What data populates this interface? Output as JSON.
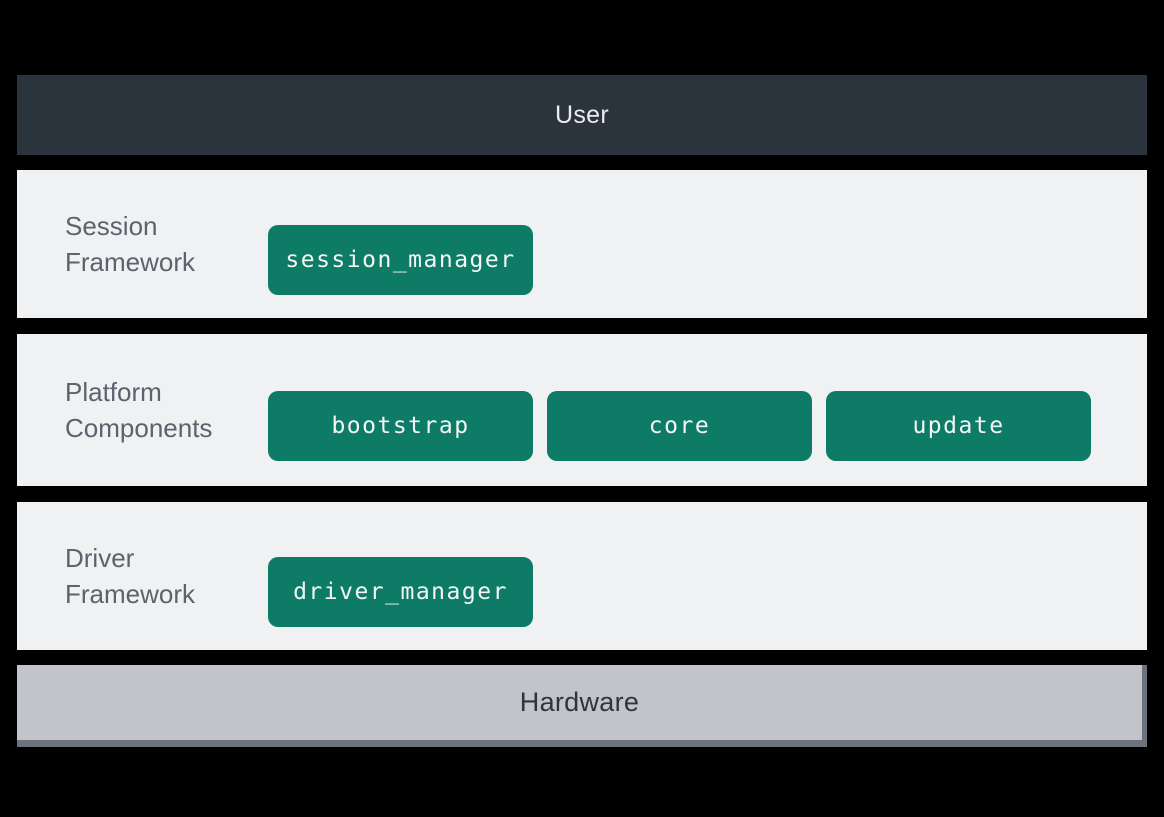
{
  "diagram": {
    "title": "layered-architecture",
    "colors": {
      "background": "#000000",
      "user_bar_bg": "#2b333d",
      "user_bar_text": "#eaecef",
      "layer_bg": "#f0f1f3",
      "layer_label_text": "#5c636d",
      "module_bg": "#0e7b66",
      "module_text": "#f3f6f5",
      "hardware_bg": "#c2c4c9",
      "hardware_shadow": "#6d737b",
      "hardware_text": "#2e353e"
    },
    "top_bar": {
      "label": "User"
    },
    "layers": [
      {
        "label": "Session Framework",
        "modules": [
          "session_manager"
        ]
      },
      {
        "label": "Platform Components",
        "modules": [
          "bootstrap",
          "core",
          "update"
        ]
      },
      {
        "label": "Driver Framework",
        "modules": [
          "driver_manager"
        ]
      }
    ],
    "bottom_bar": {
      "label": "Hardware"
    }
  }
}
